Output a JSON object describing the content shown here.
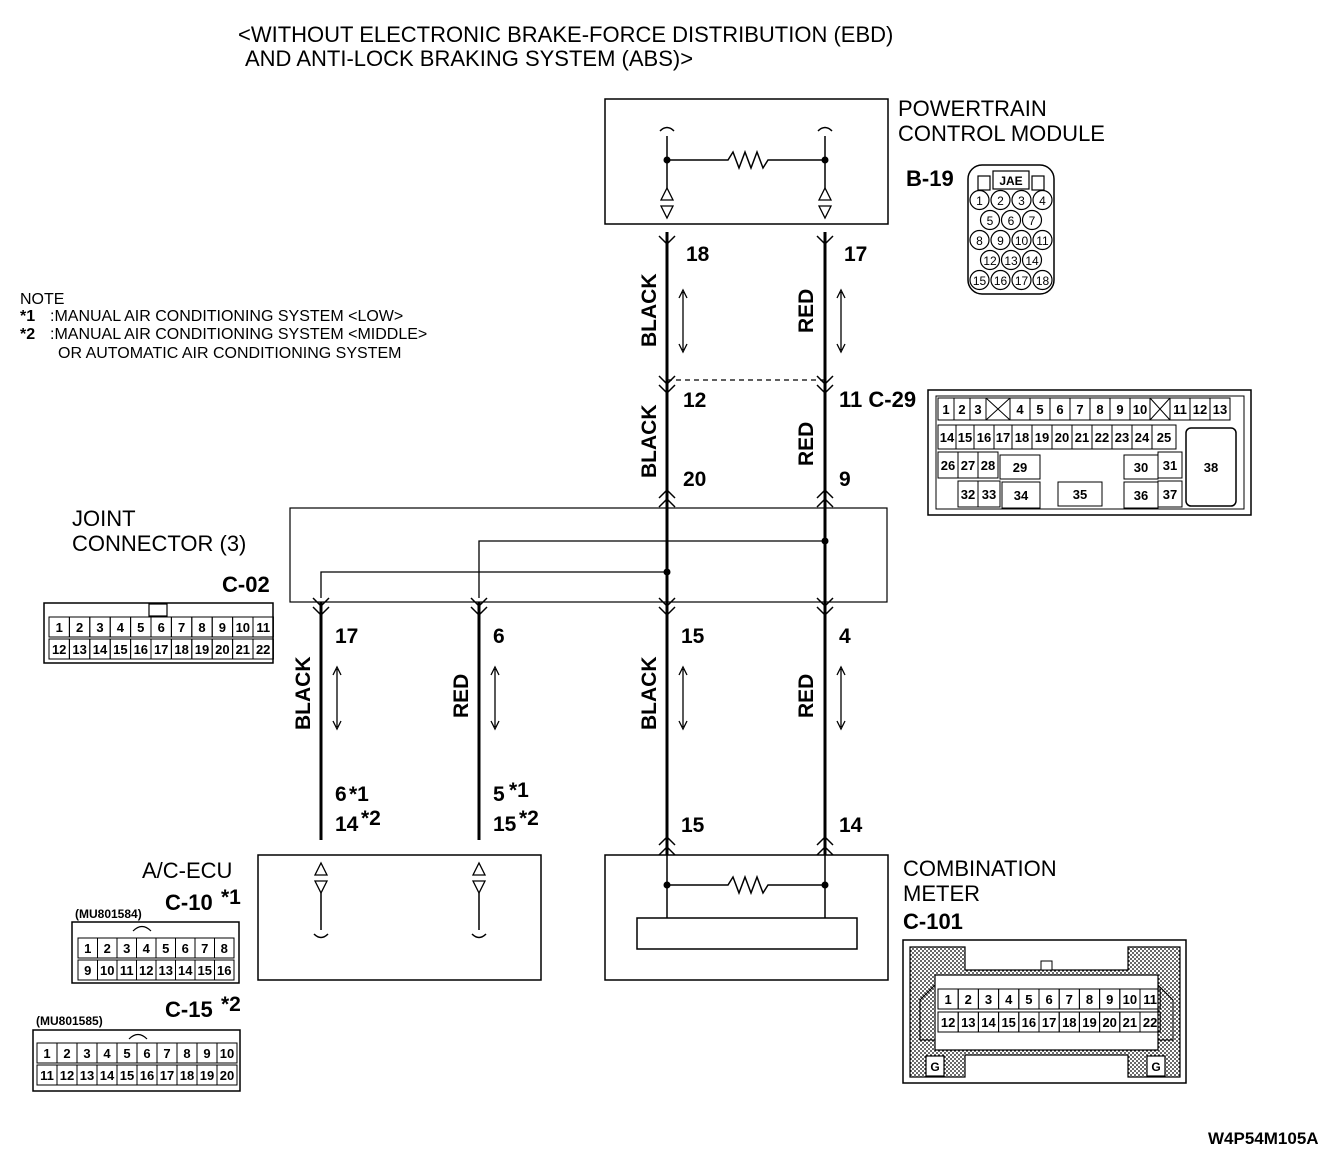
{
  "title": {
    "line1": "<WITHOUT ELECTRONIC BRAKE-FORCE DISTRIBUTION (EBD)",
    "line2": "AND ANTI-LOCK BRAKING SYSTEM (ABS)>"
  },
  "note": {
    "heading": "NOTE",
    "star1_mark": "*1",
    "star1_text": ":MANUAL AIR CONDITIONING SYSTEM <LOW>",
    "star2_mark": "*2",
    "star2_text": ":MANUAL AIR CONDITIONING SYSTEM <MIDDLE>",
    "star2_text2": "OR AUTOMATIC AIR CONDITIONING SYSTEM"
  },
  "pcm": {
    "line1": "POWERTRAIN",
    "line2": "CONTROL MODULE",
    "connector": "B-19",
    "jae": "JAE",
    "rows": [
      [
        "1",
        "2",
        "3",
        "4"
      ],
      [
        "5",
        "6",
        "7"
      ],
      [
        "8",
        "9",
        "10",
        "11"
      ],
      [
        "12",
        "13",
        "14"
      ],
      [
        "15",
        "16",
        "17",
        "18"
      ]
    ]
  },
  "c29": {
    "label": "11 C-29",
    "row1": [
      "1",
      "2",
      "3",
      "",
      "4",
      "5",
      "6",
      "7",
      "8",
      "9",
      "10",
      "",
      "11",
      "12",
      "13"
    ],
    "row2": [
      "14",
      "15",
      "16",
      "17",
      "18",
      "19",
      "20",
      "21",
      "22",
      "23",
      "24",
      "25"
    ],
    "row3": [
      "26",
      "27",
      "28",
      "29",
      "30",
      "31",
      "38"
    ],
    "row4": [
      "32",
      "33",
      "34",
      "35",
      "36",
      "37"
    ]
  },
  "joint": {
    "line1": "JOINT",
    "line2": "CONNECTOR (3)",
    "connector": "C-02",
    "row1": [
      "1",
      "2",
      "3",
      "4",
      "5",
      "6",
      "7",
      "8",
      "9",
      "10",
      "11"
    ],
    "row2": [
      "12",
      "13",
      "14",
      "15",
      "16",
      "17",
      "18",
      "19",
      "20",
      "21",
      "22"
    ]
  },
  "wires": {
    "black": "BLACK",
    "red": "RED"
  },
  "pins": {
    "pcm_black": "18",
    "pcm_red": "17",
    "c29_black": "12",
    "c29_black_out": "20",
    "c29_red_out": "9",
    "jc_out1": "17",
    "jc_out2": "6",
    "jc_out3": "15",
    "jc_out4": "4",
    "ac_a_1": "6",
    "ac_a_2": "14",
    "ac_b_1": "5",
    "ac_b_2": "15",
    "meter_black": "15",
    "meter_red": "14",
    "star1": "*1",
    "star2": "*2"
  },
  "acecu": {
    "label": "A/C-ECU",
    "c10": "C-10",
    "c10_part": "(MU801584)",
    "c10_row1": [
      "1",
      "2",
      "3",
      "4",
      "5",
      "6",
      "7",
      "8"
    ],
    "c10_row2": [
      "9",
      "10",
      "11",
      "12",
      "13",
      "14",
      "15",
      "16"
    ],
    "c15": "C-15",
    "c15_part": "(MU801585)",
    "c15_row1": [
      "1",
      "2",
      "3",
      "4",
      "5",
      "6",
      "7",
      "8",
      "9",
      "10"
    ],
    "c15_row2": [
      "11",
      "12",
      "13",
      "14",
      "15",
      "16",
      "17",
      "18",
      "19",
      "20"
    ]
  },
  "meter": {
    "line1": "COMBINATION",
    "line2": "METER",
    "connector": "C-101",
    "row1": [
      "1",
      "2",
      "3",
      "4",
      "5",
      "6",
      "7",
      "8",
      "9",
      "10",
      "11"
    ],
    "row2": [
      "12",
      "13",
      "14",
      "15",
      "16",
      "17",
      "18",
      "19",
      "20",
      "21",
      "22"
    ],
    "g": "G"
  },
  "figure_code": "W4P54M105A"
}
